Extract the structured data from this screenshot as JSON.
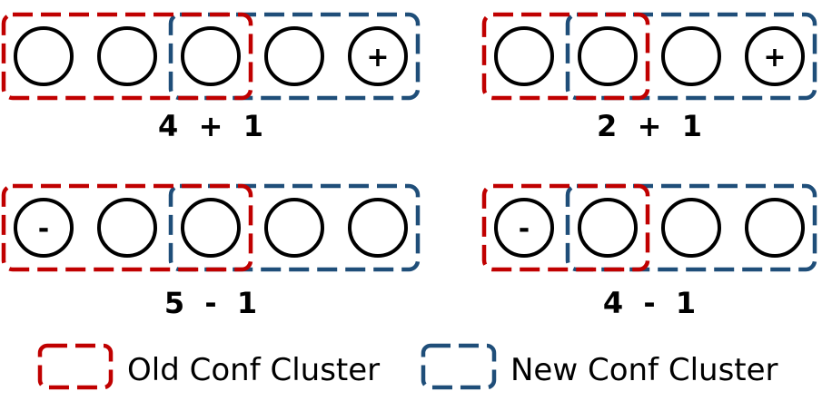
{
  "colors": {
    "old_cluster": "#C00000",
    "new_cluster": "#1F4E79",
    "node_stroke": "#000000"
  },
  "panels": [
    {
      "caption": "4 + 1",
      "nodes": [
        "",
        "",
        "",
        "",
        "+"
      ],
      "old_cluster": [
        0,
        2
      ],
      "new_cluster": [
        2,
        4
      ]
    },
    {
      "caption": "2 + 1",
      "nodes": [
        "",
        "",
        "",
        "+"
      ],
      "old_cluster": [
        0,
        1
      ],
      "new_cluster": [
        1,
        3
      ]
    },
    {
      "caption": "5 - 1",
      "nodes": [
        "-",
        "",
        "",
        "",
        ""
      ],
      "old_cluster": [
        0,
        2
      ],
      "new_cluster": [
        2,
        4
      ]
    },
    {
      "caption": "4 - 1",
      "nodes": [
        "-",
        "",
        "",
        ""
      ],
      "old_cluster": [
        0,
        1
      ],
      "new_cluster": [
        1,
        3
      ]
    }
  ],
  "legend": {
    "old_label": "Old Conf Cluster",
    "new_label": "New Conf Cluster"
  }
}
